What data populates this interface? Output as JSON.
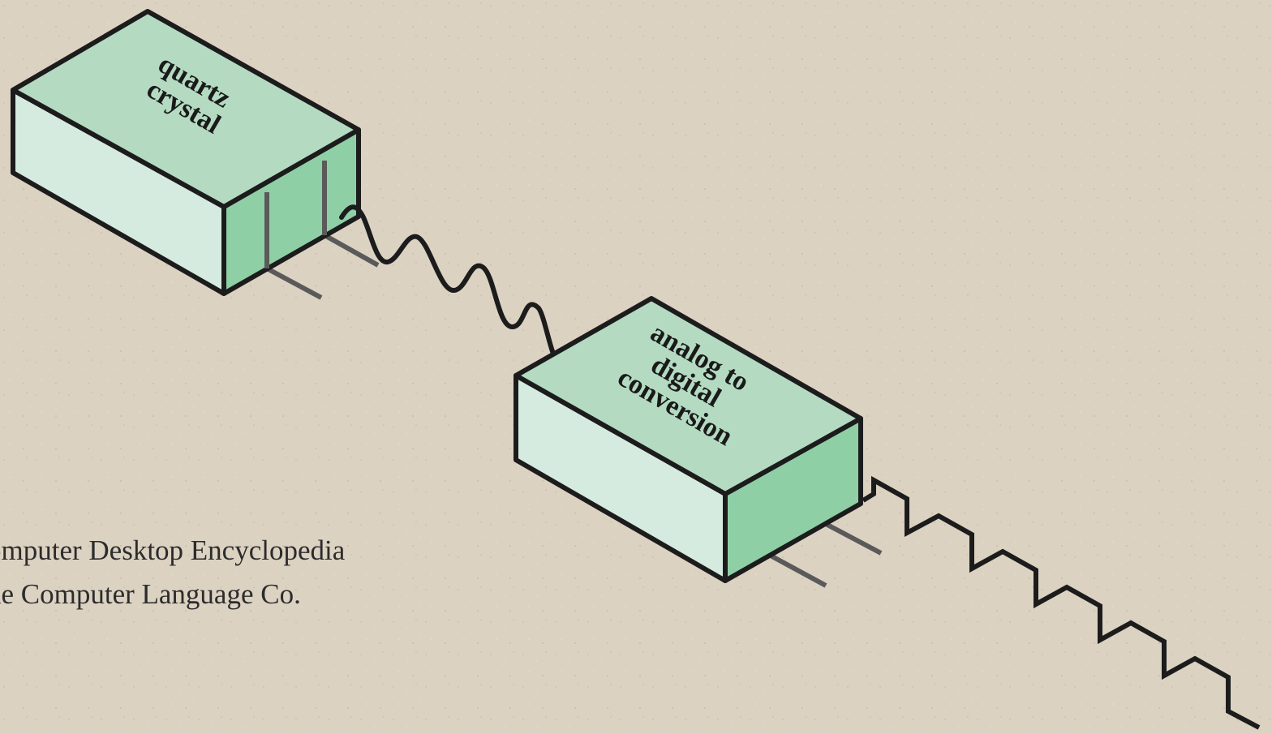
{
  "boxes": {
    "crystal": {
      "lines": [
        "quartz",
        "crystal"
      ]
    },
    "converter": {
      "lines": [
        "analog to",
        "digital",
        "conversion"
      ]
    }
  },
  "credit": {
    "line1": "omputer Desktop Encyclopedia",
    "line2": "he Computer Language Co."
  },
  "colors": {
    "background": "#dcd2c2",
    "box_top": "#b4dbc2",
    "box_front": "#d6ebdf",
    "box_side": "#8fcfa6",
    "outline": "#1c1c1c",
    "pin": "#5a5a5a"
  }
}
